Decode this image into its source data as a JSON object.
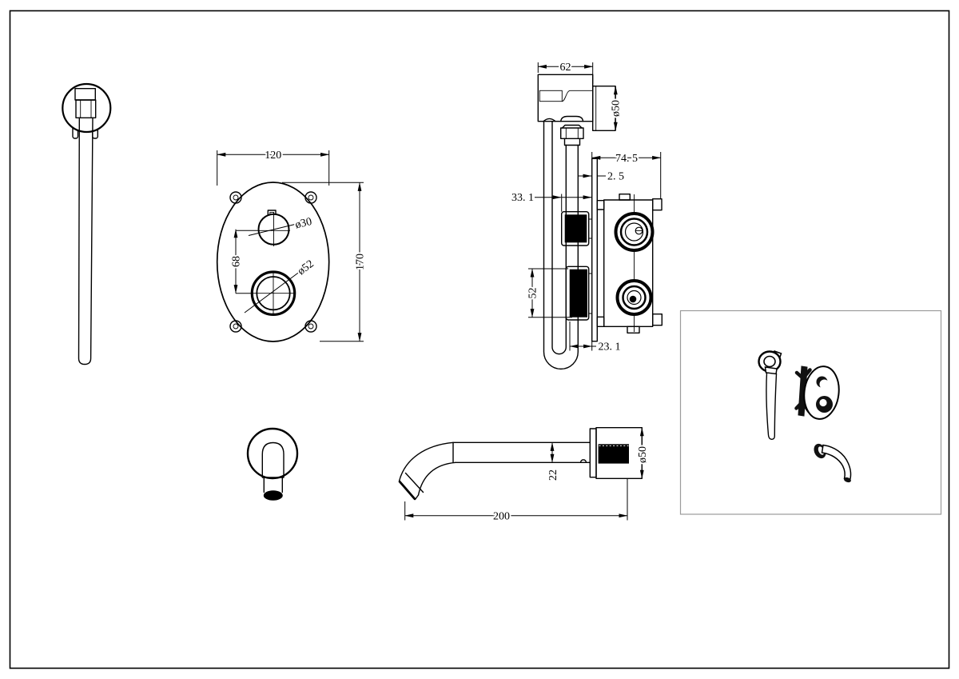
{
  "colors": {
    "line": "#000000",
    "background": "#ffffff",
    "inset_box_border": "#9b9b9b"
  },
  "dimensions": {
    "plate_width": "120",
    "plate_height": "170",
    "handle_spacing": "68",
    "top_handle_diameter": "ø30",
    "bottom_handle_diameter": "ø52",
    "elbow_width": "62",
    "elbow_flange_diameter": "ø50",
    "valve_depth": "74. 5",
    "plate_thickness": "2. 5",
    "top_handle_projection": "33. 1",
    "bottom_handle_height": "52",
    "bottom_handle_projection": "23. 1",
    "spout_length": "200",
    "spout_tube_diameter": "22",
    "spout_flange_diameter": "ø50"
  }
}
